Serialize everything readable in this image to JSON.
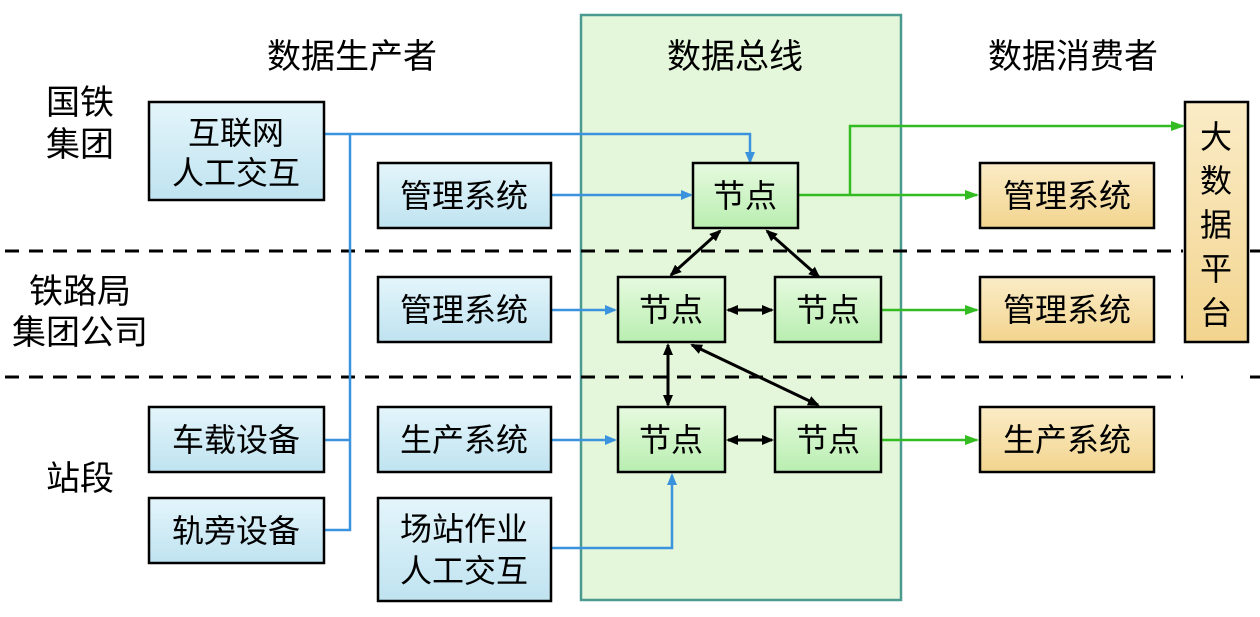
{
  "headers": {
    "producer": "数据生产者",
    "bus": "数据总线",
    "consumer": "数据消费者"
  },
  "levels": {
    "group": [
      "国铁",
      "集团"
    ],
    "bureau": [
      "铁路局",
      "集团公司"
    ],
    "station": "站段"
  },
  "producers": {
    "internet_interaction": [
      "互联网",
      "人工交互"
    ],
    "mgmt_system_top": "管理系统",
    "mgmt_system_mid": "管理系统",
    "vehicle_equipment": "车载设备",
    "production_system": "生产系统",
    "trackside_equipment": "轨旁设备",
    "yard_interaction": [
      "场站作业",
      "人工交互"
    ]
  },
  "nodes": {
    "top": "节点",
    "mid_left": "节点",
    "mid_right": "节点",
    "bottom_left": "节点",
    "bottom_right": "节点"
  },
  "consumers": {
    "mgmt_system_top": "管理系统",
    "mgmt_system_mid": "管理系统",
    "production_system": "生产系统",
    "big_data_platform": [
      "大",
      "数",
      "据",
      "平",
      "台"
    ]
  },
  "colors": {
    "bus_fill": "#e5f7da",
    "bus_border": "#4a9a90",
    "producer_fill": "#d4eef7",
    "node_fill": "#d6f5d0",
    "consumer_fill": "#f8e2ac",
    "blue_line": "#3b93de",
    "green_line": "#33bb22",
    "black_line": "#000000"
  }
}
